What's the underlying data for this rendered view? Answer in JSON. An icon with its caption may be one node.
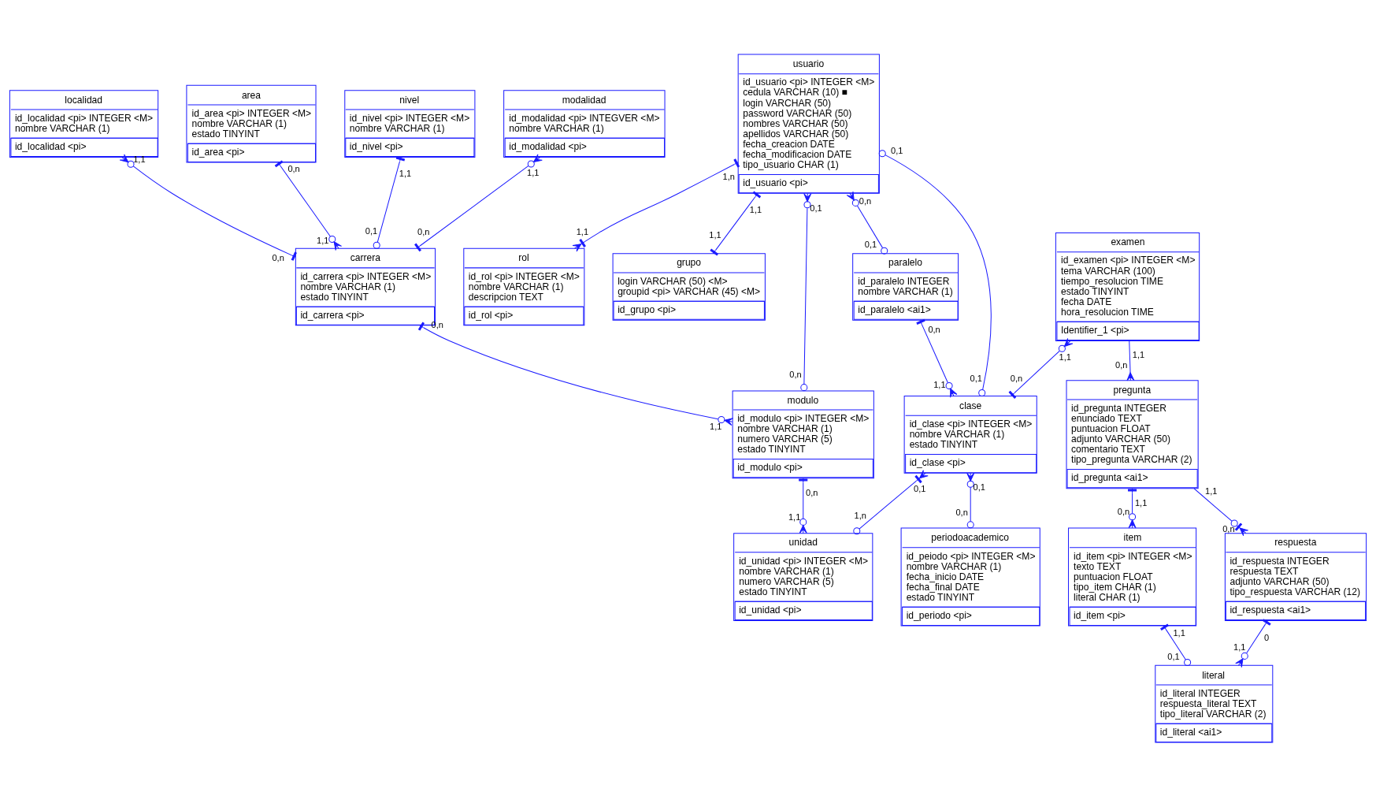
{
  "diagram": {
    "nodes": [
      {
        "text": [
          "localidad",
          "id_localidad <pi> INTEGER <M>",
          "nombre VARCHAR (1)",
          "id_localidad <pi>"
        ]
      },
      {
        "text": [
          "area",
          "id_area <pi> INTEGER <M>",
          "nombre VARCHAR (1)",
          "estado TINYINT",
          "id_area <pi>"
        ]
      },
      {
        "text": [
          "usuario",
          "id_usuario <pi> INTEGER <M>",
          "cedula VARCHAR (10) ■",
          "login VARCHAR (50)",
          "password VARCHAR (50)",
          "nombres VARCHAR (50)",
          "apellidos VARCHAR (50)",
          "fecha_creacion DATE",
          "fecha_modificacion DATE",
          "tipo_usuario CHAR (1)",
          "id_usuario <pi>"
        ]
      },
      {
        "text": [
          "rol",
          "id_rol <pi> INTEGER <M>",
          "nombre VARCHAR (1)",
          "descripcion TEXT",
          "id_rol <pi>"
        ]
      },
      {
        "text": [
          "grupo",
          "login VARCHAR (50) <M>",
          "groupid <pi> VARCHAR (45) <M>",
          "id_grupo <pi>"
        ]
      },
      {
        "text": [
          "nivel",
          "id_nivel <pi> INTEGER <M>",
          "nombre VARCHAR (1)",
          "id_nivel <pi>"
        ]
      },
      {
        "text": [
          "carrera",
          "id_carrera <pi> INTEGER <M>",
          "nombre VARCHAR (1)",
          "estado TINYINT",
          "id_carrera <pi>"
        ]
      },
      {
        "text": [
          "paralelo",
          "id_paralelo INTEGER",
          "nombre VARCHAR (1)",
          "id_paralelo <ai1>"
        ]
      },
      {
        "text": [
          "examen",
          "id_examen <pi> INTEGER <M>",
          "tema VARCHAR (100)",
          "tiempo_resolucion TIME",
          "estado TINYINT",
          "fecha DATE",
          "hora_resolucion TIME",
          "Identifier_1 <pi>"
        ]
      },
      {
        "text": [
          "modalidad",
          "id_modalidad <pi> INTEGVER <M>",
          "nombre VARCHAR (1)",
          "id_modalidad <pi>"
        ]
      },
      {
        "text": [
          "modulo",
          "id_modulo <pi> INTEGER <M>",
          "nombre VARCHAR (1)",
          "numero VARCHAR (5)",
          "estado TINYINT",
          "id_modulo <pi>"
        ]
      },
      {
        "text": [
          "clase",
          "id_clase <pi> INTEGER <M>",
          "nombre VARCHAR (1)",
          "estado TINYINT",
          "id_clase <pi>"
        ]
      },
      {
        "text": [
          "pregunta",
          "id_pregunta INTEGER",
          "enunciado TEXT",
          "puntuacion FLOAT",
          "adjunto VARCHAR (50)",
          "comentario TEXT",
          "tipo_pregunta VARCHAR (2)",
          "id_pregunta <ai1>"
        ]
      },
      {
        "text": [
          "item",
          "id_item <pi> INTEGER <M>",
          "texto TEXT",
          "puntuacion FLOAT",
          "tipo_item CHAR (1)",
          "literal CHAR (1)",
          "id_item <pi>"
        ]
      },
      {
        "text": [
          "unidad",
          "id_unidad <pi> INTEGER <M>",
          "nombre VARCHAR (1)",
          "numero VARCHAR (5)",
          "estado TINYINT",
          "id_unidad <pi>"
        ]
      },
      {
        "text": [
          "periodoacademico",
          "id_peiodo <pi> INTEGER <M>",
          "nombre VARCHAR (1)",
          "fecha_inicio DATE",
          "fecha_final DATE",
          "estado TINYINT",
          "id_periodo <pi>"
        ]
      },
      {
        "text": [
          "respuesta",
          "id_respuesta INTEGER",
          "respuesta TEXT",
          "adjunto VARCHAR (50)",
          "tipo_respuesta VARCHAR (12)",
          "id_respuesta <ai1>"
        ]
      },
      {
        "text": [
          "literal",
          "id_literal INTEGER",
          "respuesta_literal TEXT",
          "tipo_literal VARCHAR (2)",
          "id_literal <ai1>"
        ]
      }
    ],
    "edges": [
      {
        "from": 0,
        "to": 6,
        "arrow": "other",
        "label": [
          "1,1",
          "0,n"
        ]
      },
      {
        "from": 1,
        "to": 6,
        "arrow": "other",
        "label": [
          "0,n",
          "1,1"
        ]
      },
      {
        "from": 5,
        "to": 6,
        "arrow": "other",
        "label": [
          "1,1",
          "0,1"
        ]
      },
      {
        "from": 9,
        "to": 6,
        "arrow": "other",
        "label": [
          "1,1",
          "0,n"
        ]
      },
      {
        "from": 2,
        "to": 3,
        "arrow": "other",
        "label": [
          "1,n",
          "1,1"
        ]
      },
      {
        "from": 2,
        "to": 4,
        "arrow": "other",
        "label": [
          "1,1",
          "1,1"
        ]
      },
      {
        "from": 2,
        "to": 10,
        "arrow": "other",
        "label": [
          "0,1",
          "0,n"
        ]
      },
      {
        "from": 2,
        "to": 7,
        "arrow": "other",
        "label": [
          "0,n",
          "0,1"
        ]
      },
      {
        "from": 2,
        "to": 11,
        "arrow": "other",
        "label": [
          "0,1",
          "0,1"
        ]
      },
      {
        "from": 6,
        "to": 10,
        "arrow": "other",
        "label": [
          "0,n",
          "1,1"
        ]
      },
      {
        "from": 7,
        "to": 11,
        "arrow": "other",
        "label": [
          "0,n",
          "1,1"
        ]
      },
      {
        "from": 8,
        "to": 11,
        "arrow": "other",
        "label": [
          "1,1",
          "0,n"
        ]
      },
      {
        "from": 8,
        "to": 12,
        "arrow": "other",
        "label": [
          "1,1",
          "0,n"
        ]
      },
      {
        "from": 10,
        "to": 14,
        "arrow": "other",
        "label": [
          "0,n",
          "1,1"
        ]
      },
      {
        "from": 11,
        "to": 14,
        "arrow": "other",
        "label": [
          "0,1",
          "1,n"
        ]
      },
      {
        "from": 11,
        "to": 15,
        "arrow": "other",
        "label": [
          "0,1",
          "0,n"
        ]
      },
      {
        "from": 12,
        "to": 13,
        "arrow": "other",
        "label": [
          "1,1",
          "0,n"
        ]
      },
      {
        "from": 12,
        "to": 16,
        "arrow": "other",
        "label": [
          "1,1",
          "0,n"
        ]
      },
      {
        "from": 13,
        "to": 17,
        "arrow": "other",
        "label": [
          "1,1",
          "0,1"
        ]
      },
      {
        "from": 16,
        "to": 17,
        "arrow": "other",
        "label": [
          "0",
          "1,1"
        ]
      }
    ]
  }
}
